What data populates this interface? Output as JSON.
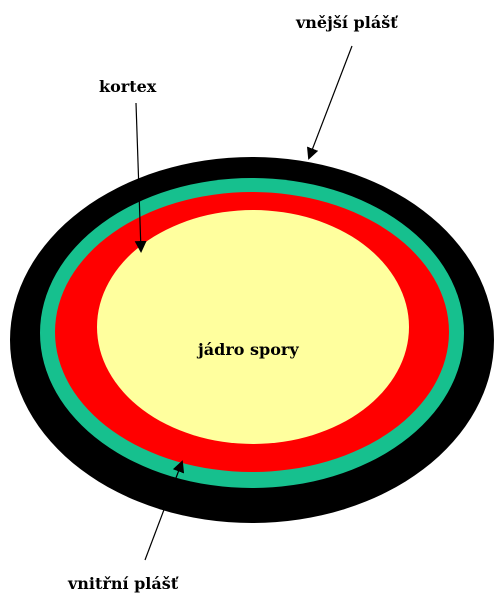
{
  "labels": {
    "outer_coat": "vnější plášť",
    "cortex": "kortex",
    "core": "jádro spory",
    "inner_coat": "vnitřní plášť"
  },
  "colors": {
    "outer_coat": "#000000",
    "inner_coat": "#16c08e",
    "cortex": "#ff0000",
    "core": "#ffff9e",
    "background": "#ffffff"
  }
}
